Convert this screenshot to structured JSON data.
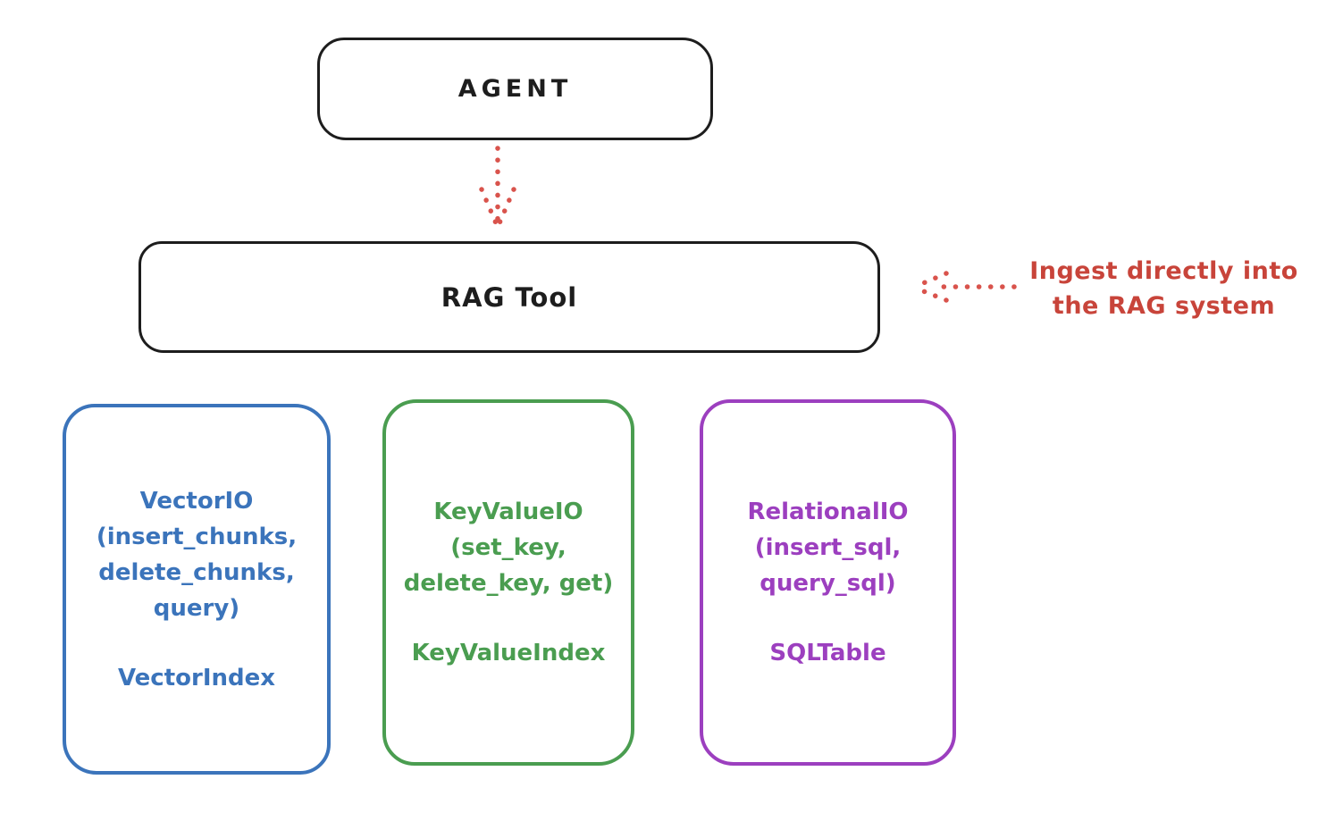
{
  "colors": {
    "ink": "#1d1d1d",
    "background": "#ffffff",
    "red_arrow": "#d9534c",
    "red_text": "#c8443a",
    "blue": "#3b74bb",
    "green": "#4a9d50",
    "purple": "#9c3fbf"
  },
  "agent": {
    "label": "AGENT"
  },
  "rag_tool": {
    "label": "RAG Tool"
  },
  "annotation": {
    "line1": "Ingest directly into",
    "line2": "the RAG system"
  },
  "storage_boxes": [
    {
      "id": "vector-io",
      "color": "#3b74bb",
      "lines": [
        "VectorIO",
        "(insert_chunks,",
        "delete_chunks,",
        "query)"
      ],
      "index": "VectorIndex"
    },
    {
      "id": "keyvalue-io",
      "color": "#4a9d50",
      "lines": [
        "KeyValueIO",
        "(set_key,",
        "delete_key, get)"
      ],
      "index": "KeyValueIndex"
    },
    {
      "id": "relational-io",
      "color": "#9c3fbf",
      "lines": [
        "RelationalIO",
        "(insert_sql,",
        "query_sql)"
      ],
      "index": "SQLTable"
    }
  ]
}
